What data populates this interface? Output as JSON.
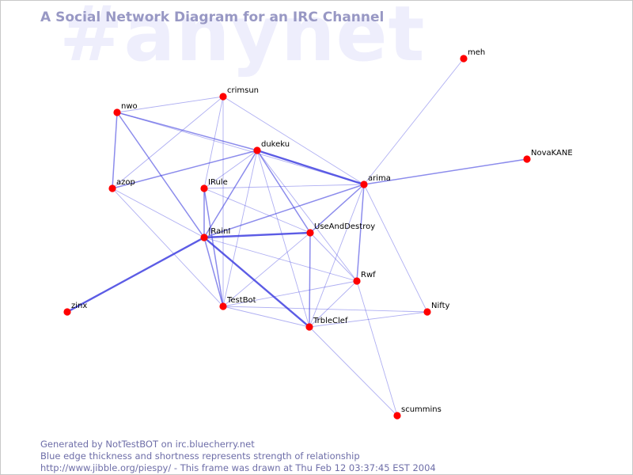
{
  "header": {
    "watermark": "#anynet",
    "title": "A Social Network Diagram for an IRC Channel"
  },
  "colors": {
    "node": "#ff0000",
    "edge": "#4040e0",
    "title": "#9898c4",
    "watermark": "#eeeefc",
    "footer": "#6e6ea8"
  },
  "graph": {
    "nodes": [
      {
        "id": "meh",
        "label": "meh"
      },
      {
        "id": "NovaKANE",
        "label": "NovaKANE"
      },
      {
        "id": "crimsun",
        "label": "crimsun"
      },
      {
        "id": "nwo",
        "label": "nwo"
      },
      {
        "id": "dukeku",
        "label": "dukeku"
      },
      {
        "id": "azop",
        "label": "azop"
      },
      {
        "id": "IRule",
        "label": "IRule"
      },
      {
        "id": "arima",
        "label": "arima"
      },
      {
        "id": "IRainI",
        "label": "|RainI"
      },
      {
        "id": "UseAndDestroy",
        "label": "UseAndDestroy"
      },
      {
        "id": "Rwf",
        "label": "Rwf"
      },
      {
        "id": "zinx",
        "label": "zinx"
      },
      {
        "id": "TestBot",
        "label": "TestBot"
      },
      {
        "id": "Nifty",
        "label": "Nifty"
      },
      {
        "id": "TrbleClef",
        "label": "TrbleClef"
      },
      {
        "id": "scummins",
        "label": "scummins"
      }
    ],
    "edges": [
      {
        "from": "meh",
        "to": "arima",
        "weight": 1
      },
      {
        "from": "NovaKANE",
        "to": "arima",
        "weight": 2
      },
      {
        "from": "nwo",
        "to": "crimsun",
        "weight": 1
      },
      {
        "from": "nwo",
        "to": "dukeku",
        "weight": 2
      },
      {
        "from": "nwo",
        "to": "azop",
        "weight": 2
      },
      {
        "from": "nwo",
        "to": "IRainI",
        "weight": 2
      },
      {
        "from": "nwo",
        "to": "arima",
        "weight": 1
      },
      {
        "from": "crimsun",
        "to": "azop",
        "weight": 1
      },
      {
        "from": "crimsun",
        "to": "IRule",
        "weight": 1
      },
      {
        "from": "crimsun",
        "to": "TestBot",
        "weight": 1
      },
      {
        "from": "crimsun",
        "to": "arima",
        "weight": 1
      },
      {
        "from": "dukeku",
        "to": "azop",
        "weight": 2
      },
      {
        "from": "dukeku",
        "to": "arima",
        "weight": 3
      },
      {
        "from": "dukeku",
        "to": "IRule",
        "weight": 1
      },
      {
        "from": "dukeku",
        "to": "IRainI",
        "weight": 2
      },
      {
        "from": "dukeku",
        "to": "UseAndDestroy",
        "weight": 2
      },
      {
        "from": "dukeku",
        "to": "TestBot",
        "weight": 1
      },
      {
        "from": "dukeku",
        "to": "Rwf",
        "weight": 1
      },
      {
        "from": "dukeku",
        "to": "TrbleClef",
        "weight": 1
      },
      {
        "from": "azop",
        "to": "IRainI",
        "weight": 1
      },
      {
        "from": "azop",
        "to": "TestBot",
        "weight": 1
      },
      {
        "from": "IRule",
        "to": "arima",
        "weight": 1
      },
      {
        "from": "IRule",
        "to": "IRainI",
        "weight": 2
      },
      {
        "from": "IRule",
        "to": "TestBot",
        "weight": 2
      },
      {
        "from": "IRule",
        "to": "UseAndDestroy",
        "weight": 1
      },
      {
        "from": "arima",
        "to": "IRainI",
        "weight": 2
      },
      {
        "from": "arima",
        "to": "UseAndDestroy",
        "weight": 2
      },
      {
        "from": "arima",
        "to": "Rwf",
        "weight": 2
      },
      {
        "from": "arima",
        "to": "Nifty",
        "weight": 1
      },
      {
        "from": "arima",
        "to": "TrbleClef",
        "weight": 1
      },
      {
        "from": "IRainI",
        "to": "zinx",
        "weight": 3
      },
      {
        "from": "IRainI",
        "to": "UseAndDestroy",
        "weight": 3
      },
      {
        "from": "IRainI",
        "to": "TestBot",
        "weight": 2
      },
      {
        "from": "IRainI",
        "to": "TrbleClef",
        "weight": 3
      },
      {
        "from": "IRainI",
        "to": "Rwf",
        "weight": 1
      },
      {
        "from": "UseAndDestroy",
        "to": "TrbleClef",
        "weight": 2
      },
      {
        "from": "UseAndDestroy",
        "to": "TestBot",
        "weight": 1
      },
      {
        "from": "UseAndDestroy",
        "to": "Rwf",
        "weight": 1
      },
      {
        "from": "Rwf",
        "to": "TrbleClef",
        "weight": 1
      },
      {
        "from": "Rwf",
        "to": "TestBot",
        "weight": 1
      },
      {
        "from": "Rwf",
        "to": "scummins",
        "weight": 1
      },
      {
        "from": "TestBot",
        "to": "TrbleClef",
        "weight": 1
      },
      {
        "from": "TestBot",
        "to": "Nifty",
        "weight": 1
      },
      {
        "from": "TrbleClef",
        "to": "Nifty",
        "weight": 1
      },
      {
        "from": "TrbleClef",
        "to": "scummins",
        "weight": 1
      }
    ]
  },
  "footer": {
    "line1": "Generated by NotTestBOT on irc.bluecherry.net",
    "line2": "Blue edge thickness and shortness represents strength of relationship",
    "line3": "http://www.jibble.org/piespy/ - This frame was drawn at Thu Feb 12 03:37:45 EST 2004"
  }
}
